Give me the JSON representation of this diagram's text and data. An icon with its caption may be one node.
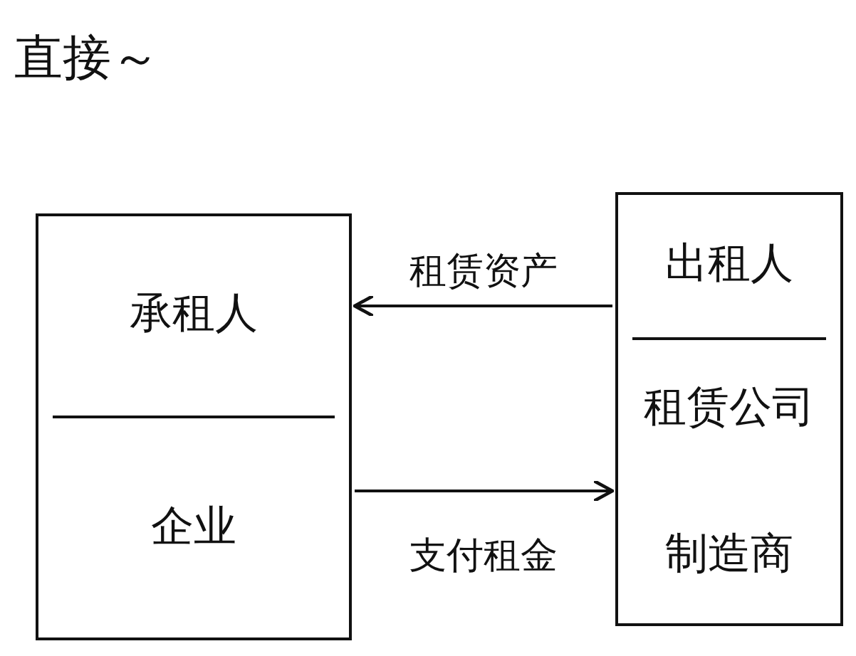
{
  "diagram": {
    "title": "直接～",
    "nodes": [
      {
        "text": [
          "承租人",
          "企业"
        ]
      },
      {
        "text": [
          "出租人",
          "租赁公司",
          "制造商"
        ]
      }
    ],
    "edges": [
      {
        "from": 1,
        "to": 0,
        "arrow": "to",
        "label": "租赁资产"
      },
      {
        "from": 0,
        "to": 1,
        "arrow": "to",
        "label": "支付租金"
      }
    ]
  }
}
